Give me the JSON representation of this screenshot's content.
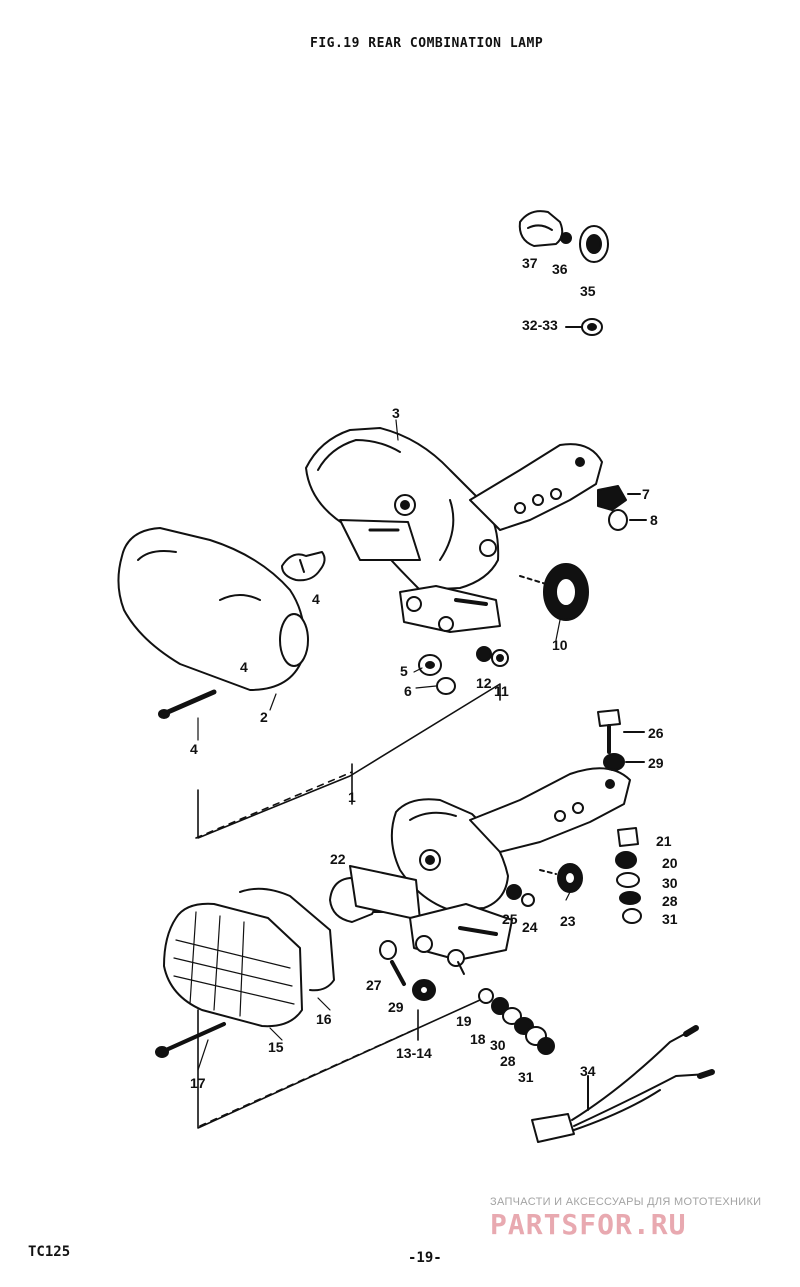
{
  "diagram": {
    "title": "FIG.19  REAR COMBINATION LAMP",
    "callouts": {
      "c37": "37",
      "c36": "36",
      "c35": "35",
      "c3233": "32-33",
      "c3": "3",
      "c7": "7",
      "c8": "8",
      "c10": "10",
      "c4a": "4",
      "c4b": "4",
      "c4c": "4",
      "c2": "2",
      "c5": "5",
      "c6": "6",
      "c12": "12",
      "c11": "11",
      "c1": "1",
      "c26": "26",
      "c29a": "29",
      "c21": "21",
      "c20": "20",
      "c30a": "30",
      "c28a": "28",
      "c31a": "31",
      "c22": "22",
      "c25": "25",
      "c24": "24",
      "c23": "23",
      "c27": "27",
      "c29b": "29",
      "c16": "16",
      "c15": "15",
      "c1314": "13-14",
      "c19": "19",
      "c18": "18",
      "c30b": "30",
      "c28b": "28",
      "c31b": "31",
      "c17": "17",
      "c34": "34"
    }
  },
  "footer": {
    "model_code": "TC125",
    "page_number": "-19-"
  },
  "watermark": {
    "caption": "ЗАПЧАСТИ И АКСЕССУАРЫ ДЛЯ МОТОТЕХНИКИ",
    "logo_text": "PARTSFOR.RU",
    "color": "#e8a9b0"
  }
}
